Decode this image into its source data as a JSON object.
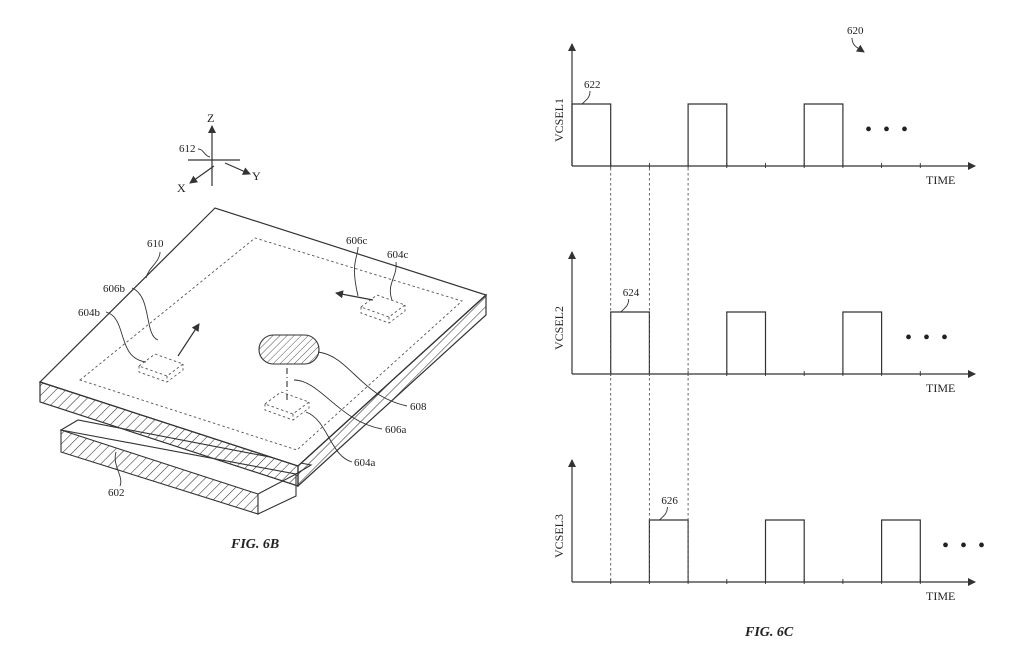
{
  "fig_6b": {
    "caption": "FIG. 6B",
    "axes_ref": "612",
    "axis_z": "Z",
    "axis_y": "Y",
    "axis_x": "X",
    "labels": {
      "l610": "610",
      "l606b": "606b",
      "l604b": "604b",
      "l606c": "606c",
      "l604c": "604c",
      "l608": "608",
      "l606a": "606a",
      "l604a": "604a",
      "l602": "602"
    }
  },
  "fig_6c": {
    "caption": "FIG. 6C",
    "ref": "620",
    "continuation": "• • •",
    "time_label": "TIME",
    "channels": [
      {
        "name": "VCSEL1",
        "ref": "622",
        "pulses": [
          [
            0,
            1
          ],
          [
            3,
            4
          ],
          [
            6,
            7
          ]
        ]
      },
      {
        "name": "VCSEL2",
        "ref": "624",
        "pulses": [
          [
            1,
            2
          ],
          [
            4,
            5
          ],
          [
            7,
            8
          ]
        ]
      },
      {
        "name": "VCSEL3",
        "ref": "626",
        "pulses": [
          [
            2,
            3
          ],
          [
            5,
            6
          ],
          [
            8,
            9
          ]
        ]
      }
    ]
  },
  "colors": {
    "line": "#333333",
    "background": "#ffffff"
  }
}
